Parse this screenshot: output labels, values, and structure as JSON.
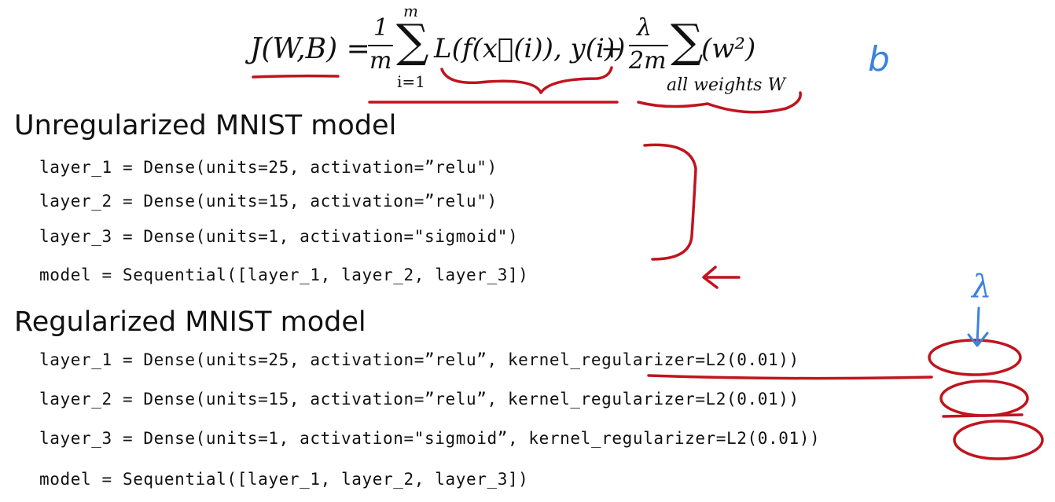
{
  "formula": {
    "lhs": "J(W,B) =",
    "frac1_num": "1",
    "frac1_den": "m",
    "sum1_top": "m",
    "sum1_bottom": "i=1",
    "loss_term": "L(f(x⃗(i)), y(i))",
    "plus": "+",
    "frac2_num": "λ",
    "frac2_den": "2m",
    "reg_term": "(w²)",
    "sum2_bottom": "all weights W"
  },
  "annotations": {
    "b_note": "b",
    "lambda_note": "λ"
  },
  "sections": [
    {
      "heading": "Unregularized MNIST model",
      "lines": [
        "layer_1 = Dense(units=25, activation=”relu\")",
        "layer_2 = Dense(units=15, activation=”relu\")",
        "layer_3 = Dense(units=1, activation=\"sigmoid\")",
        "model = Sequential([layer_1, layer_2, layer_3])"
      ]
    },
    {
      "heading": "Regularized MNIST model",
      "lines": [
        "layer_1 = Dense(units=25, activation=”relu”, kernel_regularizer=L2(0.01))",
        "layer_2 = Dense(units=15, activation=”relu”, kernel_regularizer=L2(0.01))",
        "layer_3 = Dense(units=1, activation=\"sigmoid”, kernel_regularizer=L2(0.01))",
        "model = Sequential([layer_1, layer_2, layer_3])"
      ]
    }
  ]
}
